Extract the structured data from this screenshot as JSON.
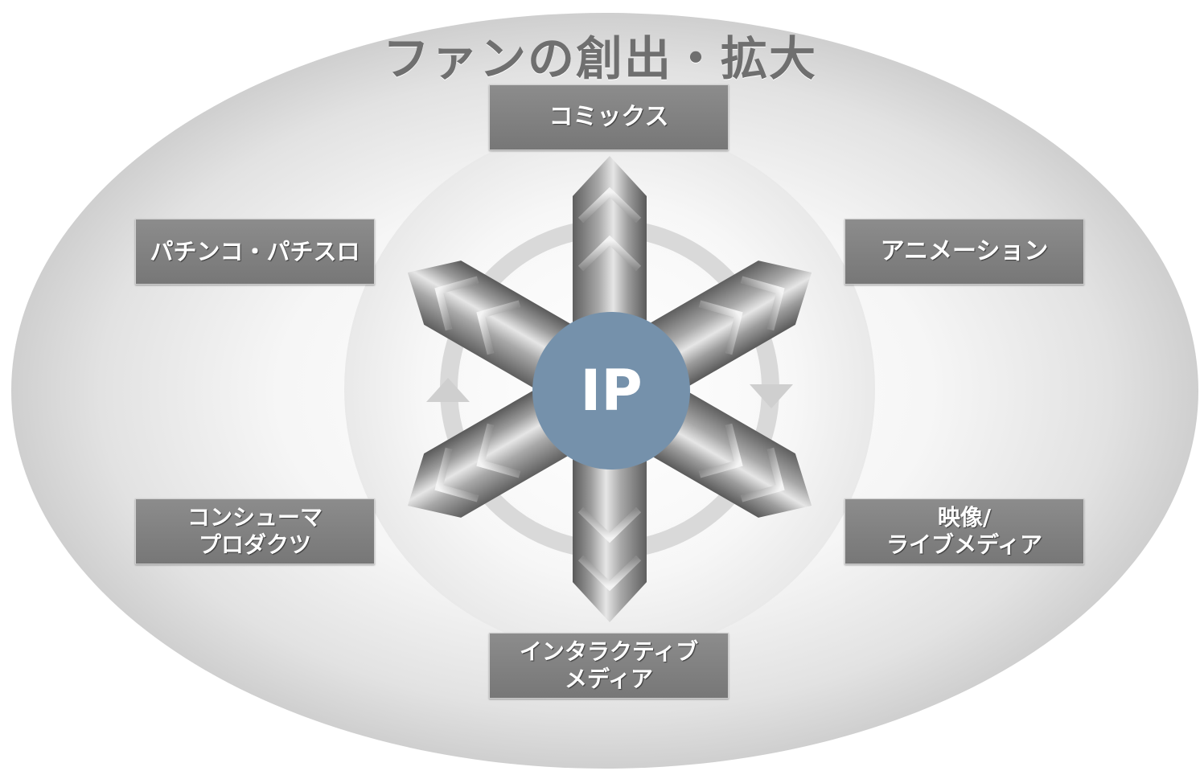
{
  "title": "ファンの創出・拡大",
  "center": {
    "label": "IP",
    "color": "#7591ab"
  },
  "segments": {
    "comics": "コミックス",
    "animation": "アニメーション",
    "video_live": "映像/\nライブメディア",
    "interactive": "インタラクティブ\nメディア",
    "consumer": "コンシューマ\nプロダクツ",
    "pachinko": "パチンコ・パチスロ"
  },
  "colors": {
    "box": "#808080",
    "arrow": "#9a9a9a",
    "title": "#6f6f6f",
    "cycle_ring": "#d4d4d4"
  },
  "icons": {
    "cycle": "circular-arrow-icon",
    "arrows": "chevron-arrow-icon"
  }
}
